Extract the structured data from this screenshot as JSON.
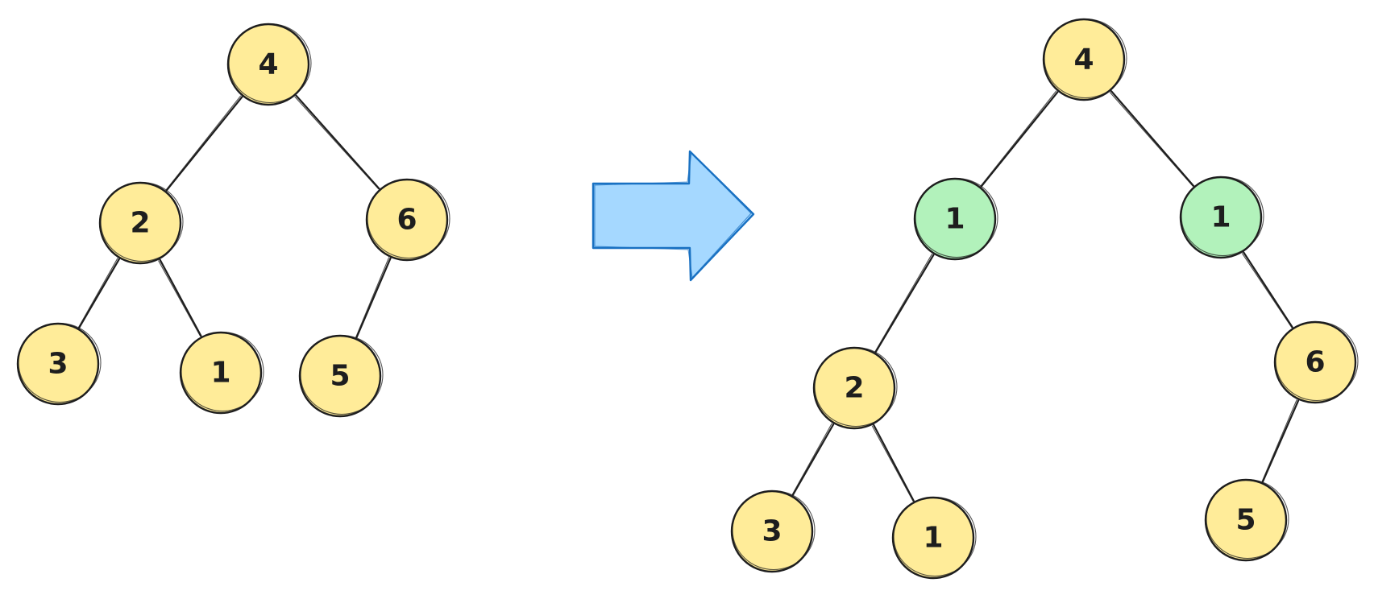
{
  "colors": {
    "node_fill": "#ffec99",
    "new_node_fill": "#b2f2bb",
    "stroke": "#1e1e1e",
    "arrow_fill": "#a5d8ff",
    "arrow_stroke": "#1971c2"
  },
  "before_tree": {
    "nodes": [
      {
        "id": "b4",
        "label": "4"
      },
      {
        "id": "b2",
        "label": "2"
      },
      {
        "id": "b6",
        "label": "6"
      },
      {
        "id": "b3",
        "label": "3"
      },
      {
        "id": "b1",
        "label": "1"
      },
      {
        "id": "b5",
        "label": "5"
      }
    ],
    "edges": [
      [
        "b4",
        "b2"
      ],
      [
        "b4",
        "b6"
      ],
      [
        "b2",
        "b3"
      ],
      [
        "b2",
        "b1"
      ],
      [
        "b6",
        "b5"
      ]
    ]
  },
  "transition_arrow": {
    "icon": "right-arrow-icon"
  },
  "after_tree": {
    "nodes": [
      {
        "id": "a4",
        "label": "4"
      },
      {
        "id": "a1l",
        "label": "1",
        "inserted": true
      },
      {
        "id": "a1r",
        "label": "1",
        "inserted": true
      },
      {
        "id": "a2",
        "label": "2"
      },
      {
        "id": "a6",
        "label": "6"
      },
      {
        "id": "a3",
        "label": "3"
      },
      {
        "id": "a1",
        "label": "1"
      },
      {
        "id": "a5",
        "label": "5"
      }
    ],
    "edges": [
      [
        "a4",
        "a1l"
      ],
      [
        "a4",
        "a1r"
      ],
      [
        "a1l",
        "a2"
      ],
      [
        "a1r",
        "a6"
      ],
      [
        "a2",
        "a3"
      ],
      [
        "a2",
        "a1"
      ],
      [
        "a6",
        "a5"
      ]
    ]
  }
}
